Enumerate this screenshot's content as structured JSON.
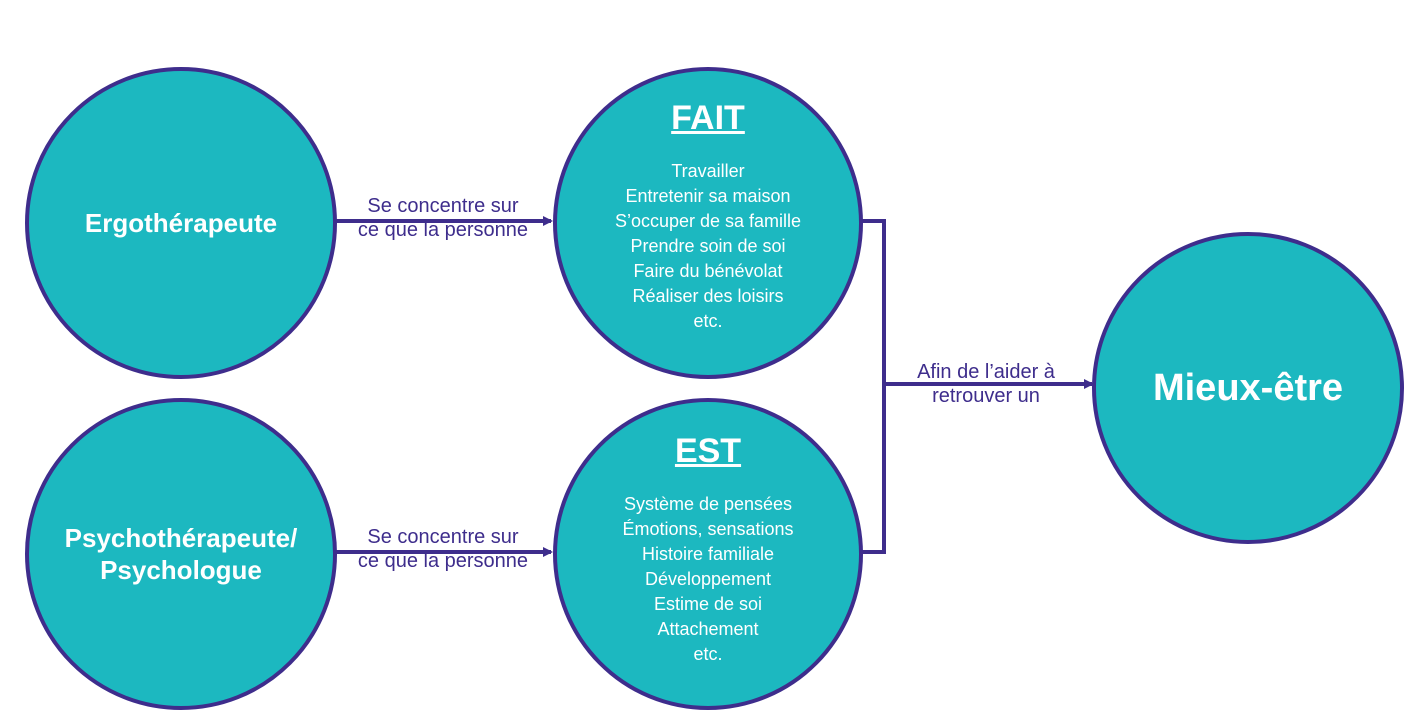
{
  "colors": {
    "circle_fill": "#1cb8c0",
    "circle_border": "#3e2d8c",
    "arrow": "#3e2d8c",
    "circle_text": "#ffffff",
    "edge_text": "#3e2d8c"
  },
  "nodes": {
    "ergotherapeute": {
      "label": "Ergothérapeute"
    },
    "psychotherapeute": {
      "label": "Psychothérapeute/\nPsychologue"
    },
    "fait": {
      "title": "FAIT",
      "items": [
        "Travailler",
        "Entretenir sa maison",
        "S’occuper de sa famille",
        "Prendre soin de soi",
        "Faire du bénévolat",
        "Réaliser des loisirs",
        "etc."
      ]
    },
    "est": {
      "title": "EST",
      "items": [
        "Système de pensées",
        "Émotions, sensations",
        "Histoire familiale",
        "Développement",
        "Estime de soi",
        "Attachement",
        "etc."
      ]
    },
    "mieux_etre": {
      "label": "Mieux-être"
    }
  },
  "edges": {
    "top": {
      "label": "Se concentre sur\nce que la personne"
    },
    "bottom": {
      "label": "Se concentre sur\nce que la personne"
    },
    "merge": {
      "label": "Afin de l’aider à\nretrouver un"
    }
  }
}
